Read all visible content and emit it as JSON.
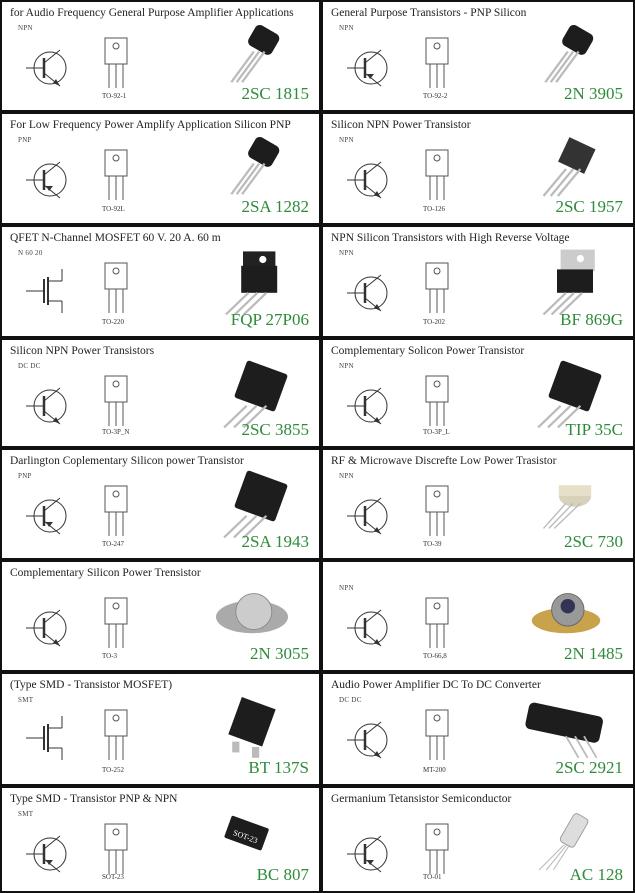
{
  "cards": [
    {
      "title": "for Audio Frequency General Purpose Amplifier Applications",
      "sub": "NPN",
      "package": "TO-92-1",
      "part": "2SC 1815",
      "type": "to92",
      "sym": "npn"
    },
    {
      "title": "General Purpose Transistors - PNP Silicon",
      "sub": "NPN",
      "package": "TO-92-2",
      "part": "2N 3905",
      "type": "to92",
      "sym": "pnp"
    },
    {
      "title": "For Low Frequency Power Amplify Application Silicon PNP",
      "sub": "PNP",
      "package": "TO-92L",
      "part": "2SA 1282",
      "type": "to92l",
      "sym": "pnp"
    },
    {
      "title": "Silicon NPN Power Transistor",
      "sub": "NPN",
      "package": "TO-126",
      "part": "2SC 1957",
      "type": "to126",
      "sym": "npn"
    },
    {
      "title": "QFET N-Channel MOSFET 60 V. 20 A. 60 m",
      "sub": "N 60 20",
      "package": "TO-220",
      "part": "FQP 27P06",
      "type": "to220",
      "sym": "fet"
    },
    {
      "title": "NPN Silicon Transistors with High Reverse Voltage",
      "sub": "NPN",
      "package": "TO-202",
      "part": "BF 869G",
      "type": "to202",
      "sym": "npn"
    },
    {
      "title": "Silicon NPN Power Transistors",
      "sub": "DC DC",
      "package": "TO-3P_N",
      "part": "2SC 3855",
      "type": "to3p",
      "sym": "npn"
    },
    {
      "title": "Complementary Solicon Power Transistor",
      "sub": "NPN",
      "package": "TO-3P_L",
      "part": "TIP 35C",
      "type": "to3p",
      "sym": "npn"
    },
    {
      "title": "Darlington Coplementary Silicon power Transistor",
      "sub": "PNP",
      "package": "TO-247",
      "part": "2SA 1943",
      "type": "to3p",
      "sym": "pnp"
    },
    {
      "title": "RF & Microwave Discrefte Low Power Trasistor",
      "sub": "NPN",
      "package": "TO-39",
      "part": "2SC 730",
      "type": "to39",
      "sym": "npn"
    },
    {
      "title": "Complementary Silicon Power Trensistor",
      "sub": "",
      "package": "TO-3",
      "part": "2N 3055",
      "type": "to3",
      "sym": "npn"
    },
    {
      "title": "",
      "sub": "NPN",
      "package": "TO-66,8",
      "part": "2N 1485",
      "type": "to66",
      "sym": "npn"
    },
    {
      "title": "(Type SMD - Transistor MOSFET)",
      "sub": "SMT",
      "package": "TO-252",
      "part": "BT 137S",
      "type": "dpak",
      "sym": "fet"
    },
    {
      "title": "Audio Power Amplifier DC To DC Converter",
      "sub": "DC DC",
      "package": "MT-200",
      "part": "2SC 2921",
      "type": "mt200",
      "sym": "npn"
    },
    {
      "title": "Type SMD - Transistor PNP & NPN",
      "sub": "SMT",
      "package": "SOT-23",
      "part": "BC 807",
      "type": "sot23",
      "sym": "pnp"
    },
    {
      "title": "Germanium Tetansistor Semiconductor",
      "sub": "",
      "package": "TO-01",
      "part": "AC 128",
      "type": "to1",
      "sym": "pnp"
    }
  ],
  "colors": {
    "part": "#2e8b3a",
    "border": "#111111"
  }
}
